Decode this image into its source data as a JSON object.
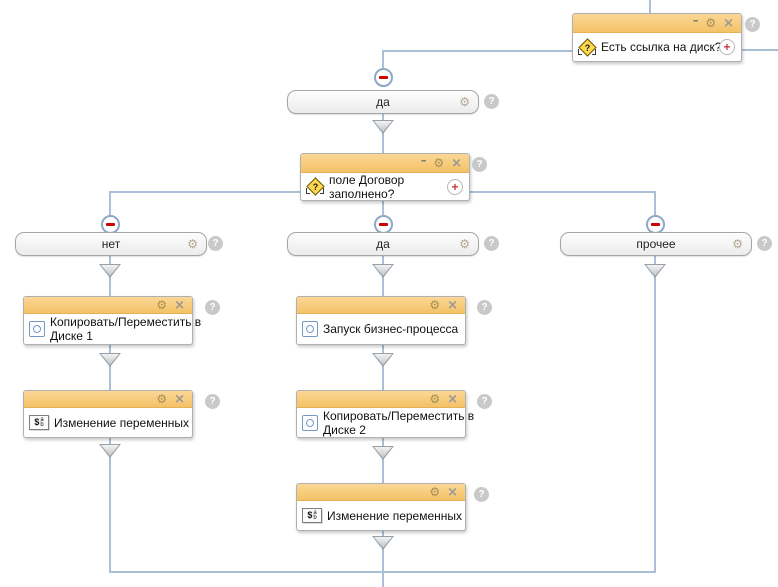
{
  "icons": {
    "minimize": "–",
    "gear": "⚙",
    "close": "×",
    "plus": "+",
    "help": "?",
    "condition_q": "?",
    "vars_dollar": "$",
    "vars_a": "a",
    "vars_b": "b"
  },
  "nodes": {
    "cond_link": {
      "lines": [
        "Есть ссылка на диск?"
      ]
    },
    "cond_contract": {
      "lines": [
        "поле Договор",
        "заполнено?"
      ]
    },
    "act_copy_disk1": {
      "lines": [
        "Копировать/Переместить в",
        "Диске 1"
      ]
    },
    "act_vars_left": {
      "lines": [
        "Изменение переменных"
      ]
    },
    "act_start_bp": {
      "lines": [
        "Запуск бизнес-процесса"
      ]
    },
    "act_copy_disk2": {
      "lines": [
        "Копировать/Переместить в",
        "Диске 2"
      ]
    },
    "act_vars_mid": {
      "lines": [
        "Изменение переменных"
      ]
    }
  },
  "branches": {
    "yes_top": {
      "label": "да"
    },
    "no": {
      "label": "нет"
    },
    "yes_mid": {
      "label": "да"
    },
    "other": {
      "label": "прочее"
    }
  },
  "colors": {
    "header_orange": "#f6c56f",
    "connector_blue": "#aabfd8",
    "minus_red": "#ce0000",
    "diamond_yellow": "#ffd84f",
    "help_gray": "#c9c9c9"
  }
}
